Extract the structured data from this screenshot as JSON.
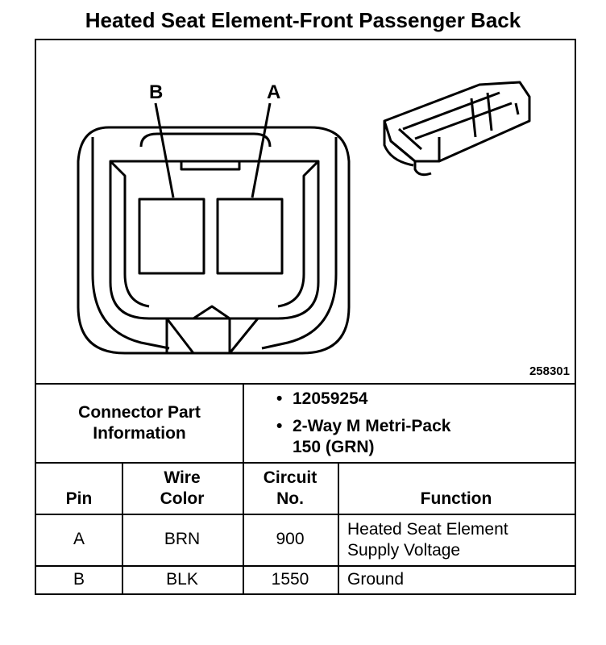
{
  "title": "Heated Seat Element-Front Passenger Back",
  "figure": {
    "id": "258301",
    "cavity_labels": [
      "B",
      "A"
    ]
  },
  "connector_info": {
    "label": [
      "Connector Part",
      "Information"
    ],
    "items": [
      [
        "12059254"
      ],
      [
        "2-Way M Metri-Pack",
        "150 (GRN)"
      ]
    ]
  },
  "table": {
    "headers": {
      "pin": [
        "",
        "Pin"
      ],
      "wire_color": [
        "Wire",
        "Color"
      ],
      "circuit": [
        "Circuit",
        "No."
      ],
      "function": [
        "",
        "Function"
      ]
    },
    "rows": [
      {
        "pin": "A",
        "wire_color": "BRN",
        "circuit": "900",
        "function": [
          "Heated Seat Element",
          "Supply Voltage"
        ]
      },
      {
        "pin": "B",
        "wire_color": "BLK",
        "circuit": "1550",
        "function": [
          "Ground"
        ]
      }
    ]
  }
}
